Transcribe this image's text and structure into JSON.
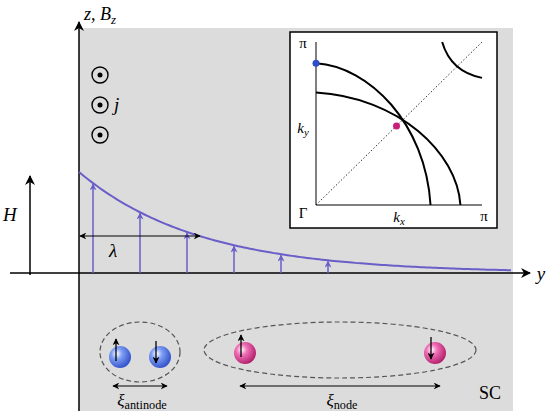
{
  "diagram": {
    "labels": [
      "z, Bz",
      "j⃗",
      "H⃗",
      "λ",
      "y",
      "π",
      "ky",
      "Γ",
      "kx",
      "π",
      "ξantinode",
      "ξnode",
      "SC"
    ]
  }
}
